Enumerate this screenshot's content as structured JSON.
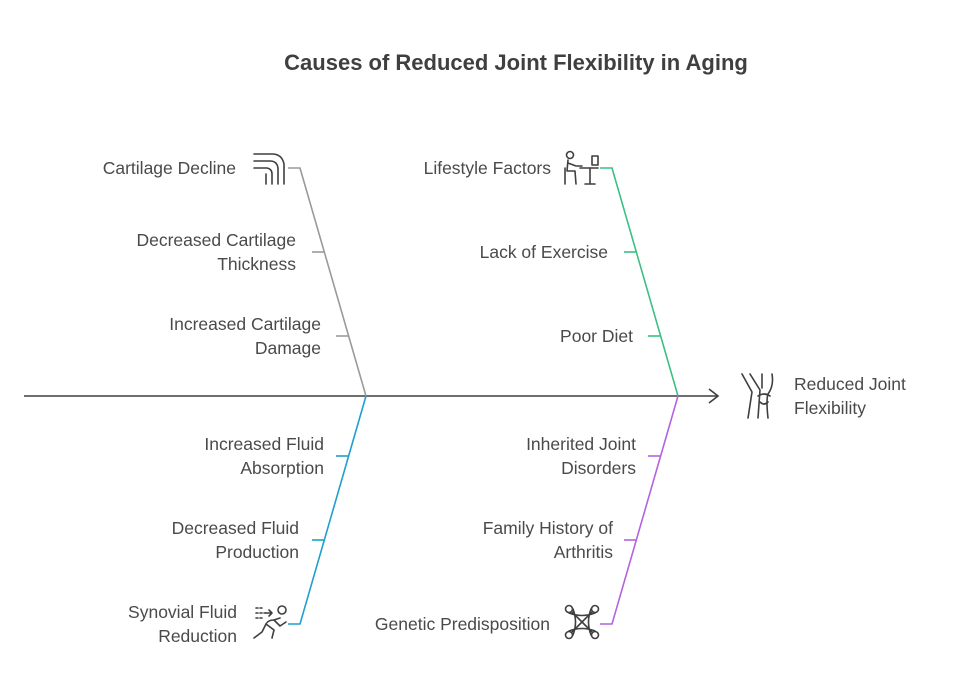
{
  "title": "Causes of Reduced Joint Flexibility in Aging",
  "effect": {
    "line1": "Reduced Joint",
    "line2": "Flexibility",
    "icon": "knee-joint-icon"
  },
  "branches": {
    "cartilage": {
      "color": "#9a9a9a",
      "head": "Cartilage Decline",
      "icon": "knee-icon",
      "items": [
        {
          "line1": "Decreased Cartilage",
          "line2": "Thickness"
        },
        {
          "line1": "Increased Cartilage",
          "line2": "Damage"
        }
      ]
    },
    "lifestyle": {
      "color": "#3cbf82",
      "head": "Lifestyle Factors",
      "icon": "person-at-desk-icon",
      "items": [
        {
          "line1": "Lack of Exercise"
        },
        {
          "line1": "Poor Diet"
        }
      ]
    },
    "synovial": {
      "color": "#1f9fd0",
      "head_line1": "Synovial Fluid",
      "head_line2": "Reduction",
      "icon": "running-person-icon",
      "items": [
        {
          "line1": "Increased Fluid",
          "line2": "Absorption"
        },
        {
          "line1": "Decreased Fluid",
          "line2": "Production"
        }
      ]
    },
    "genetic": {
      "color": "#b264e0",
      "head": "Genetic Predisposition",
      "icon": "dna-network-icon",
      "items": [
        {
          "line1": "Inherited Joint",
          "line2": "Disorders"
        },
        {
          "line1": "Family History of",
          "line2": "Arthritis"
        }
      ]
    }
  }
}
